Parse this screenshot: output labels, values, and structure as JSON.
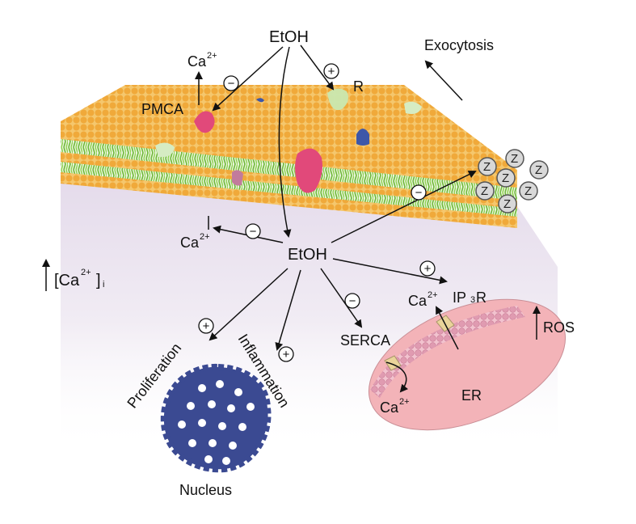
{
  "labels": {
    "etoh_top": "EtOH",
    "etoh_center": "EtOH",
    "ca_top_base": "Ca",
    "ca_top_sup": "2+",
    "pmca": "PMCA",
    "receptor": "R",
    "exocytosis": "Exocytosis",
    "ca_left_base": "Ca",
    "ca_left_sup": "2+",
    "cai_open": "[Ca",
    "cai_sup": "2+",
    "cai_close": "]",
    "cai_sub": "i",
    "ca_ip3r_base": "Ca",
    "ca_ip3r_sup": "2+",
    "ip3r_a": "IP",
    "ip3r_sub": "3",
    "ip3r_b": "R",
    "ros": "ROS",
    "serca": "SERCA",
    "proliferation": "Proliferation",
    "inflammation": "Inflammation",
    "ca_er_base": "Ca",
    "ca_er_sup": "2+",
    "er": "ER",
    "nucleus": "Nucleus",
    "z": "Z"
  },
  "signs": {
    "minus": "−",
    "plus": "+"
  },
  "colors": {
    "lipid_head": "#f0a93a",
    "lipid_tail": "#7cc242",
    "pmca": "#e1497a",
    "receptor": "#c9e8b0",
    "channel_blue": "#3d57a8",
    "cytoplasm": "#ece4f0",
    "er_fill": "#f3b3b8",
    "er_beads": "#e6a2b6",
    "nucleus": "#3b4a92",
    "vesicle": "#d8d8d8"
  }
}
